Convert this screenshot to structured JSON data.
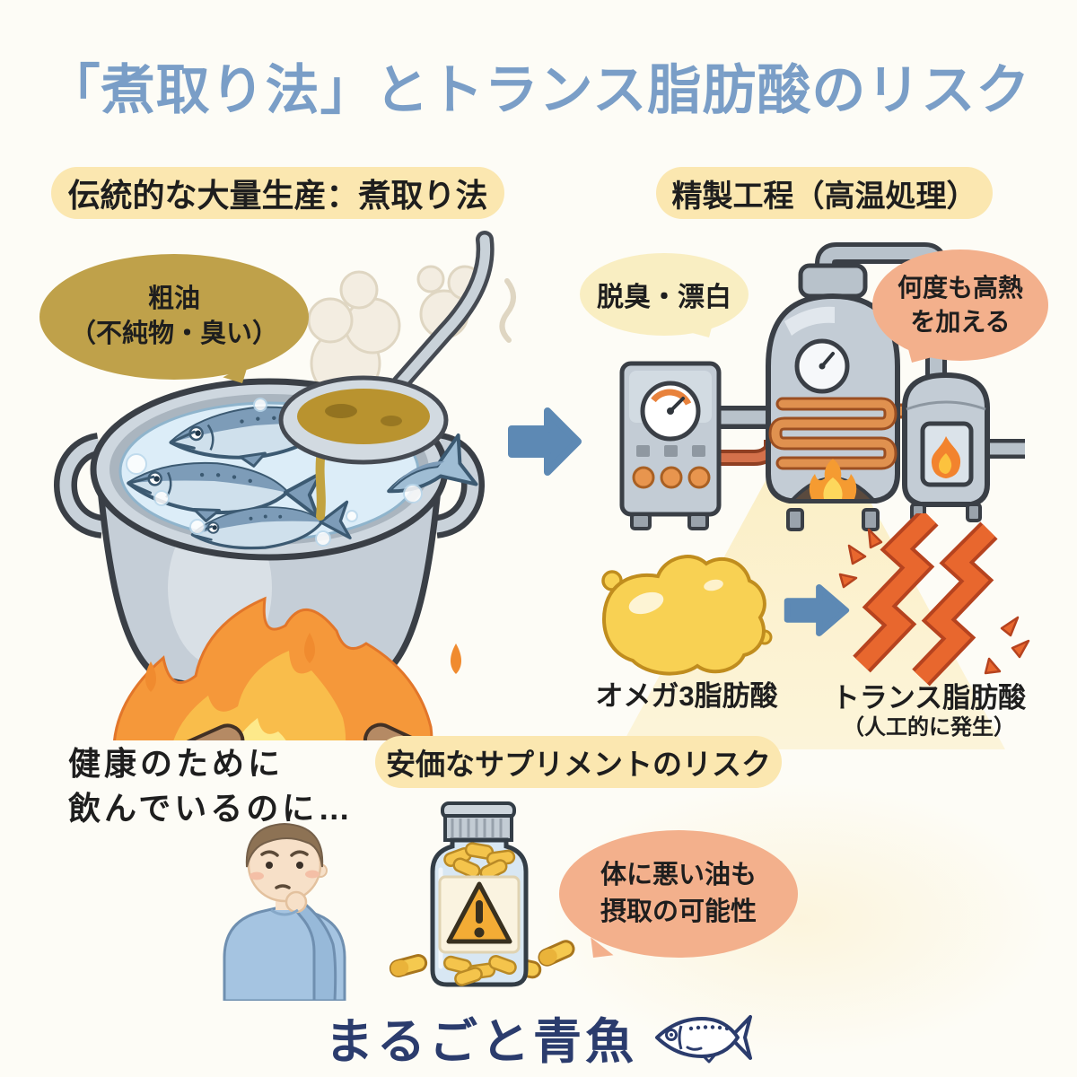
{
  "title": "「煮取り法」とトランス脂肪酸のリスク",
  "brand": {
    "name": "まるごと青魚"
  },
  "left_section": {
    "header": "伝統的な大量生産：煮取り法",
    "crude_oil_bubble": "粗油\n（不純物・臭い）"
  },
  "right_section": {
    "header": "精製工程（高温処理）",
    "deodorize_bubble": "脱臭・漂白",
    "heat_bubble": "何度も高熱\nを加える",
    "omega_label": "オメガ3脂肪酸",
    "trans_label": "トランス脂肪酸",
    "trans_sublabel": "（人工的に発生）"
  },
  "bottom_section": {
    "header": "安価なサプリメントのリスク",
    "thought_text": "健康のために\n飲んでいるのに…",
    "risk_bubble": "体に悪い油も\n摂取の可能性"
  },
  "icons": {
    "process_arrow": "arrow-right",
    "warning": "warning-triangle",
    "heat": "flame",
    "logo_mark": "fish"
  },
  "colors": {
    "background": "#fdfcf6",
    "title_blue": "#7a9ec7",
    "header_pill_yellow": "#fbe7b0",
    "crude_oil_olive": "#bfa14a",
    "cream_bubble": "#f9eec2",
    "salmon_bubble": "#f3b08c",
    "arrow_blue": "#5d89b4",
    "brand_navy": "#2b3c6d",
    "oil_yellow": "#f8d153",
    "trans_orange": "#e8672e",
    "fire_orange": "#f5983a",
    "text_dark": "#1e1e1e"
  }
}
